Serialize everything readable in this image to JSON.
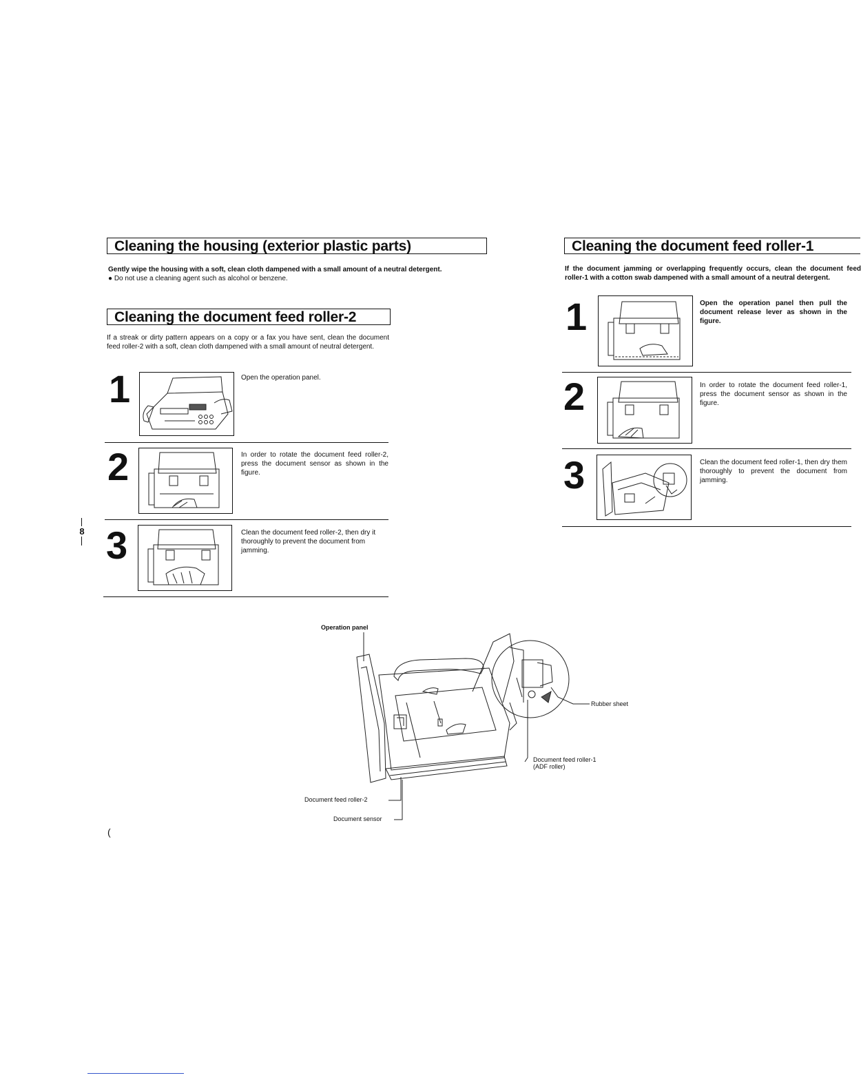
{
  "housing": {
    "title": "Cleaning the housing (exterior plastic parts)",
    "body": "Gently wipe the housing with a soft, clean cloth dampened with a small amount of a neutral detergent.",
    "note": "● Do not use a cleaning agent such as alcohol or benzene."
  },
  "roller2": {
    "title": "Cleaning the document feed roller-2",
    "intro": "If a streak or dirty pattern appears on a copy or a fax you have sent, clean the document feed roller-2 with a soft, clean cloth dampened with a small amount of neutral detergent.",
    "steps": [
      {
        "num": "1",
        "text": "Open the operation panel."
      },
      {
        "num": "2",
        "text": "In order to rotate the document feed roller-2, press the document sensor as shown in the figure."
      },
      {
        "num": "3",
        "text": "Clean the document feed roller-2, then dry it thoroughly to prevent the document from jamming."
      }
    ]
  },
  "roller1": {
    "title": "Cleaning the document feed roller-1",
    "intro": "If the document jamming or overlapping frequently occurs, clean the document feed roller-1 with a cotton swab dampened with a small amount of a neutral detergent.",
    "steps": [
      {
        "num": "1",
        "text": "Open the operation panel then pull the document release lever as shown in the figure."
      },
      {
        "num": "2",
        "text": "In order to rotate the document feed roller-1, press the document sensor as shown in the figure."
      },
      {
        "num": "3",
        "text": "Clean the document feed roller-1, then dry them thoroughly to prevent the document from jamming."
      }
    ]
  },
  "diagram": {
    "operation_panel": "Operation panel",
    "rubber_sheet": "Rubber sheet",
    "roller1_line1": "Document feed roller-1",
    "roller1_line2": "(ADF roller)",
    "roller2": "Document feed roller-2",
    "sensor": "Document sensor"
  },
  "page_marker": "8",
  "stray_mark": "("
}
